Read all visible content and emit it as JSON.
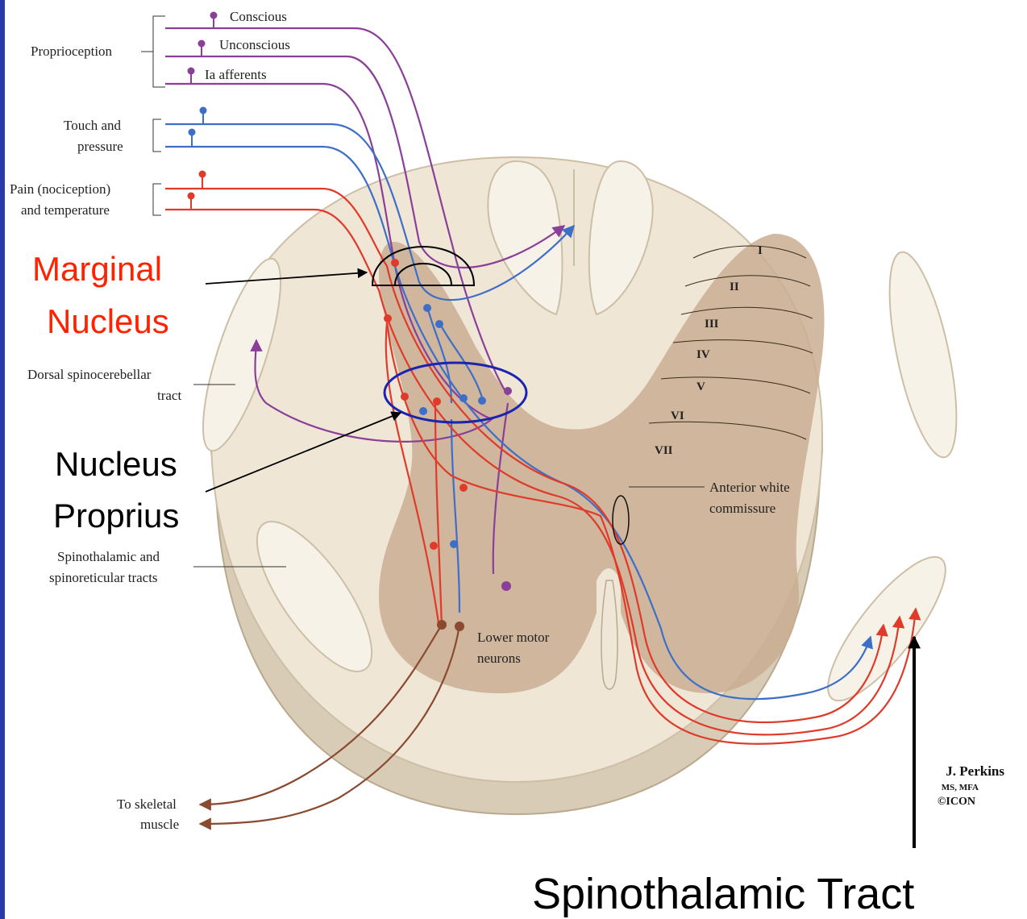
{
  "labels": {
    "conscious": "Conscious",
    "unconscious": "Unconscious",
    "ia_afferents": "Ia afferents",
    "proprioception": "Proprioception",
    "touch_line1": "Touch and",
    "touch_line2": "pressure",
    "pain_line1": "Pain (nociception)",
    "pain_line2": "and temperature",
    "dorsal_line1": "Dorsal spinocerebellar",
    "dorsal_line2": "tract",
    "spino_line1": "Spinothalamic and",
    "spino_line2": "spinoreticular tracts",
    "skeletal_line1": "To skeletal",
    "skeletal_line2": "muscle",
    "lmn_line1": "Lower motor",
    "lmn_line2": "neurons",
    "awc_line1": "Anterior white",
    "awc_line2": "commissure",
    "credit_name": "J. Perkins",
    "credit_deg": "MS, MFA",
    "credit_logo": "©ICON"
  },
  "laminae": [
    "I",
    "II",
    "III",
    "IV",
    "V",
    "VI",
    "VII"
  ],
  "annotations": {
    "marginal_line1": "Marginal",
    "marginal_line2": "Nucleus",
    "proprius_line1": "Nucleus",
    "proprius_line2": "Proprius",
    "spinothalamic": "Spinothalamic Tract"
  },
  "colors": {
    "frame": "#2a3aa8",
    "proprioception": "#8a3f98",
    "touch": "#3d6fc8",
    "pain": "#e03a2a",
    "motor": "#8a4a30",
    "white_matter": "#efe6d6",
    "gray_matter": "#c9ad92",
    "marginal_label": "#ff2200",
    "proprius_ellipse": "#1a24b0"
  }
}
